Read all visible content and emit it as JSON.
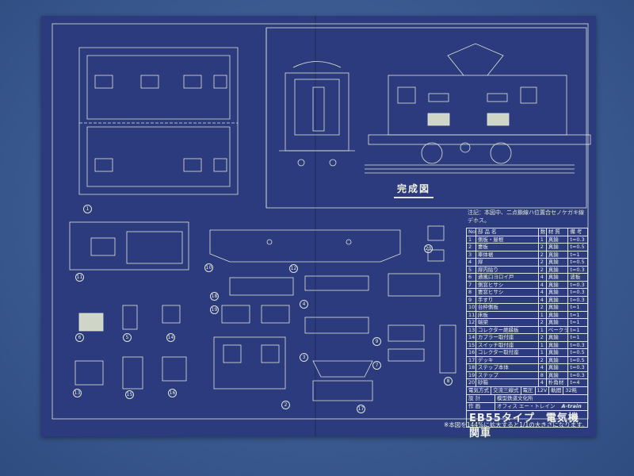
{
  "caption": "完成図",
  "note": "注記：本図中、二点鎖線ハ位置合セノケガキ線デホス。",
  "table": {
    "headers": [
      "No",
      "部 品 名",
      "数",
      "材 質",
      "備 考"
    ],
    "rows": [
      [
        "1",
        "側板・屋根",
        "1",
        "真鍮",
        "t=0.3"
      ],
      [
        "2",
        "妻板",
        "2",
        "真鍮",
        "t=0.5"
      ],
      [
        "3",
        "車体裾",
        "2",
        "真鍮",
        "t=1"
      ],
      [
        "4",
        "扉",
        "2",
        "真鍮",
        "t=0.5"
      ],
      [
        "5",
        "扉内貼り",
        "2",
        "真鍮",
        "t=0.3"
      ],
      [
        "6",
        "通風口ヨロイ戸",
        "4",
        "真鍮",
        "波板"
      ],
      [
        "7",
        "側窓ヒサシ",
        "4",
        "真鍮",
        "t=0.3"
      ],
      [
        "8",
        "妻窓ヒサシ",
        "4",
        "真鍮",
        "t=0.3"
      ],
      [
        "9",
        "手すり",
        "4",
        "真鍮",
        "t=0.3"
      ],
      [
        "10",
        "台枠側板",
        "2",
        "真鍮",
        "t=1"
      ],
      [
        "11",
        "床板",
        "1",
        "真鍮",
        "t=1"
      ],
      [
        "12",
        "端梁",
        "2",
        "真鍮",
        "t=1"
      ],
      [
        "13",
        "コレクター絶縁板",
        "1",
        "ベークライト",
        "t=1"
      ],
      [
        "14",
        "カプラー取付座",
        "2",
        "真鍮",
        "t=1"
      ],
      [
        "15",
        "スイッチ取付座",
        "1",
        "真鍮",
        "t=0.3"
      ],
      [
        "16",
        "コレクター取付座",
        "1",
        "真鍮",
        "t=0.5"
      ],
      [
        "17",
        "デッキ",
        "2",
        "真鍮",
        "t=0.5"
      ],
      [
        "18",
        "ステップ本体",
        "4",
        "真鍮",
        "t=0.3"
      ],
      [
        "19",
        "ステップ",
        "8",
        "真鍮",
        "t=0.3"
      ],
      [
        "20",
        "砂箱",
        "4",
        "朴角材",
        "t=4"
      ]
    ]
  },
  "spec": {
    "system_label": "電気方式",
    "system": "交流三線式",
    "voltage_label": "電圧",
    "voltage": "12V",
    "gauge_label": "軌間",
    "gauge": "32粍",
    "design_label": "設 計",
    "design": "模型鉄道文化所",
    "drawn_label": "作 画",
    "drawn": "オフィス エー・トレイン",
    "brand": "A-train"
  },
  "title": {
    "model": "EB55タイプ",
    "name": "電気機関車"
  },
  "footnote": "※本図を144%に拡大すると1/1の大きさになります。",
  "part_labels": [
    "1",
    "11",
    "10",
    "12",
    "20",
    "19",
    "18",
    "6",
    "5",
    "14",
    "13",
    "15",
    "16",
    "4",
    "3",
    "17",
    "9",
    "7",
    "8",
    "2"
  ],
  "colors": {
    "paper": "#2c3a7e",
    "line": "#dfe6d8"
  }
}
